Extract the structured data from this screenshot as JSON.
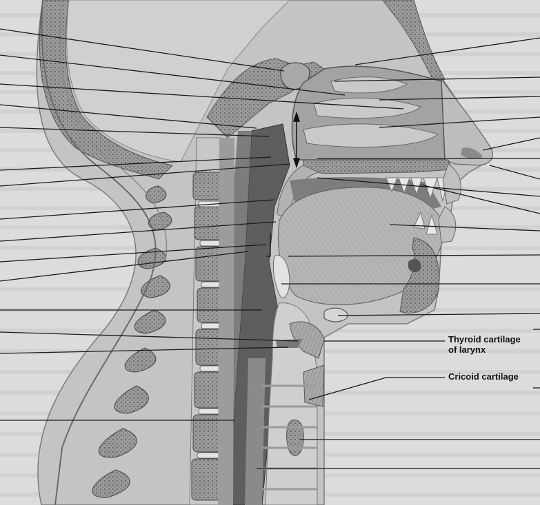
{
  "labels": {
    "thyroid_line1": "Thyroid cartilage",
    "thyroid_line2": "of larynx",
    "cricoid": "Cricoid cartilage"
  },
  "figure": {
    "style": "grayscale anatomical illustration",
    "colors": {
      "background": "#dcdcdc",
      "tissue": "#b9b9b9",
      "bone": "#8f8f8f",
      "leader_lines": "#1a1a1a"
    }
  }
}
